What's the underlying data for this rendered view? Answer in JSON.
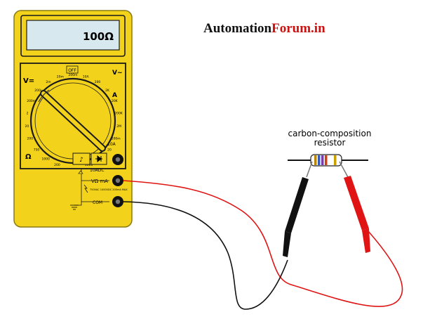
{
  "brand": {
    "part1": "Automation",
    "part2": "Forum.in"
  },
  "meter": {
    "display": "100Ω",
    "labels": {
      "off": "OFF",
      "v_ac": "V~",
      "v_dc": "V=",
      "amp": "A",
      "ohm": "Ω",
      "ten_a": "10A",
      "ten_adc": "10ADC",
      "v_ohm_ma": "VΩ mA",
      "com": "COM",
      "max_rating": "750VAC 1000VDC 200mA MAX"
    },
    "dial_ticks": [
      "200",
      "1000",
      "750",
      "200",
      "20",
      "2",
      "200m",
      "200μ",
      "2m",
      "20m",
      "200m",
      "10A",
      "200",
      "2K",
      "20K",
      "200K",
      "2M",
      "200m",
      "20",
      "200",
      "1000"
    ]
  },
  "resistor": {
    "label_line1": "carbon-composition",
    "label_line2": "resistor"
  },
  "colors": {
    "meter_body": "#f2d21a",
    "meter_dark": "#1a1a1a",
    "lcd": "#d8e8ef",
    "probe_red": "#e01414",
    "probe_black": "#111111",
    "brand_red": "#cc1111"
  }
}
